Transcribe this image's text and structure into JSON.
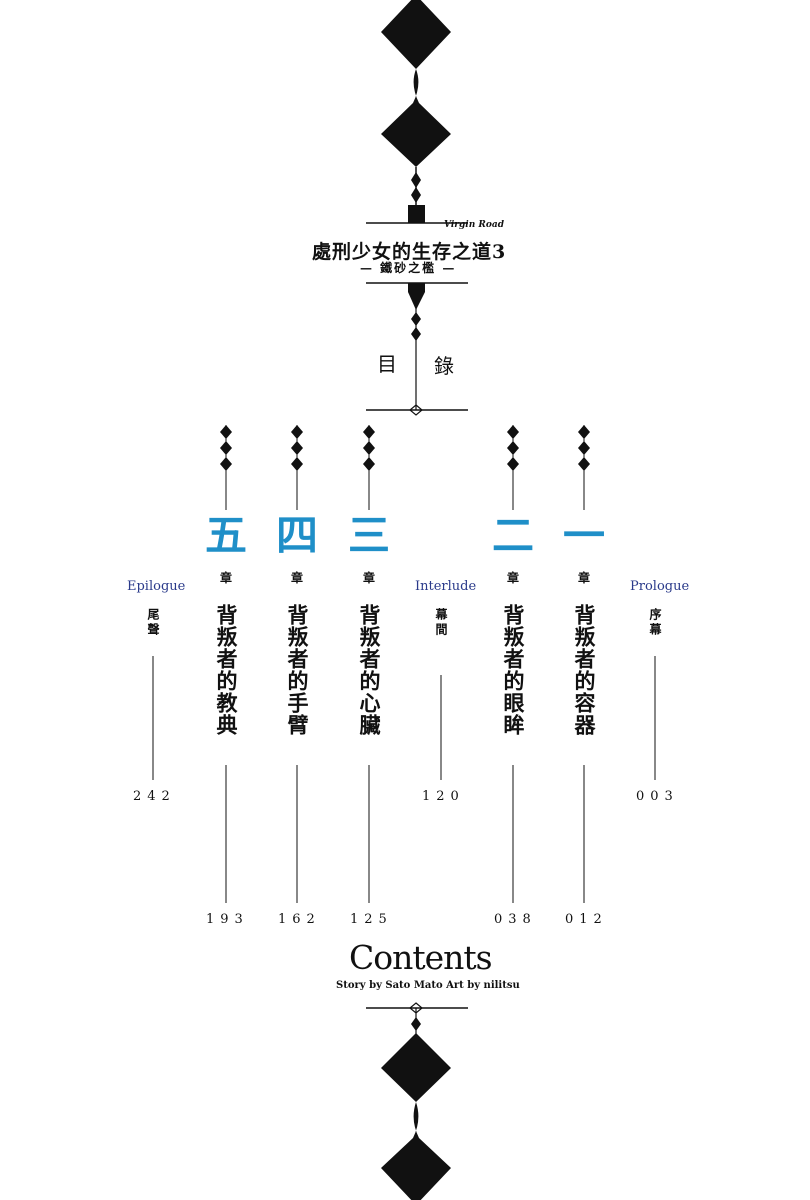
{
  "book": {
    "title": "處刑少女的生存之道3",
    "title_en": "Virgin Road",
    "subtitle": "— 鐵砂之檻 —"
  },
  "toc_heading": {
    "left": "目",
    "right": "錄"
  },
  "chapters": [
    {
      "num": "五",
      "zhang": "章",
      "title": "背叛者的教典",
      "page": "193"
    },
    {
      "num": "四",
      "zhang": "章",
      "title": "背叛者的手臂",
      "page": "162"
    },
    {
      "num": "三",
      "zhang": "章",
      "title": "背叛者的心臟",
      "page": "125"
    },
    {
      "num": "二",
      "zhang": "章",
      "title": "背叛者的眼眸",
      "page": "038"
    },
    {
      "num": "一",
      "zhang": "章",
      "title": "背叛者的容器",
      "page": "012"
    }
  ],
  "epilogue": {
    "en": "Epilogue",
    "zh": "尾聲",
    "page": "242"
  },
  "interlude": {
    "en": "Interlude",
    "zh": "幕間",
    "page": "120"
  },
  "prologue": {
    "en": "Prologue",
    "zh": "序幕",
    "page": "003"
  },
  "contents_label": "Contents",
  "credit": "Story by Sato Mato Art by nilitsu"
}
